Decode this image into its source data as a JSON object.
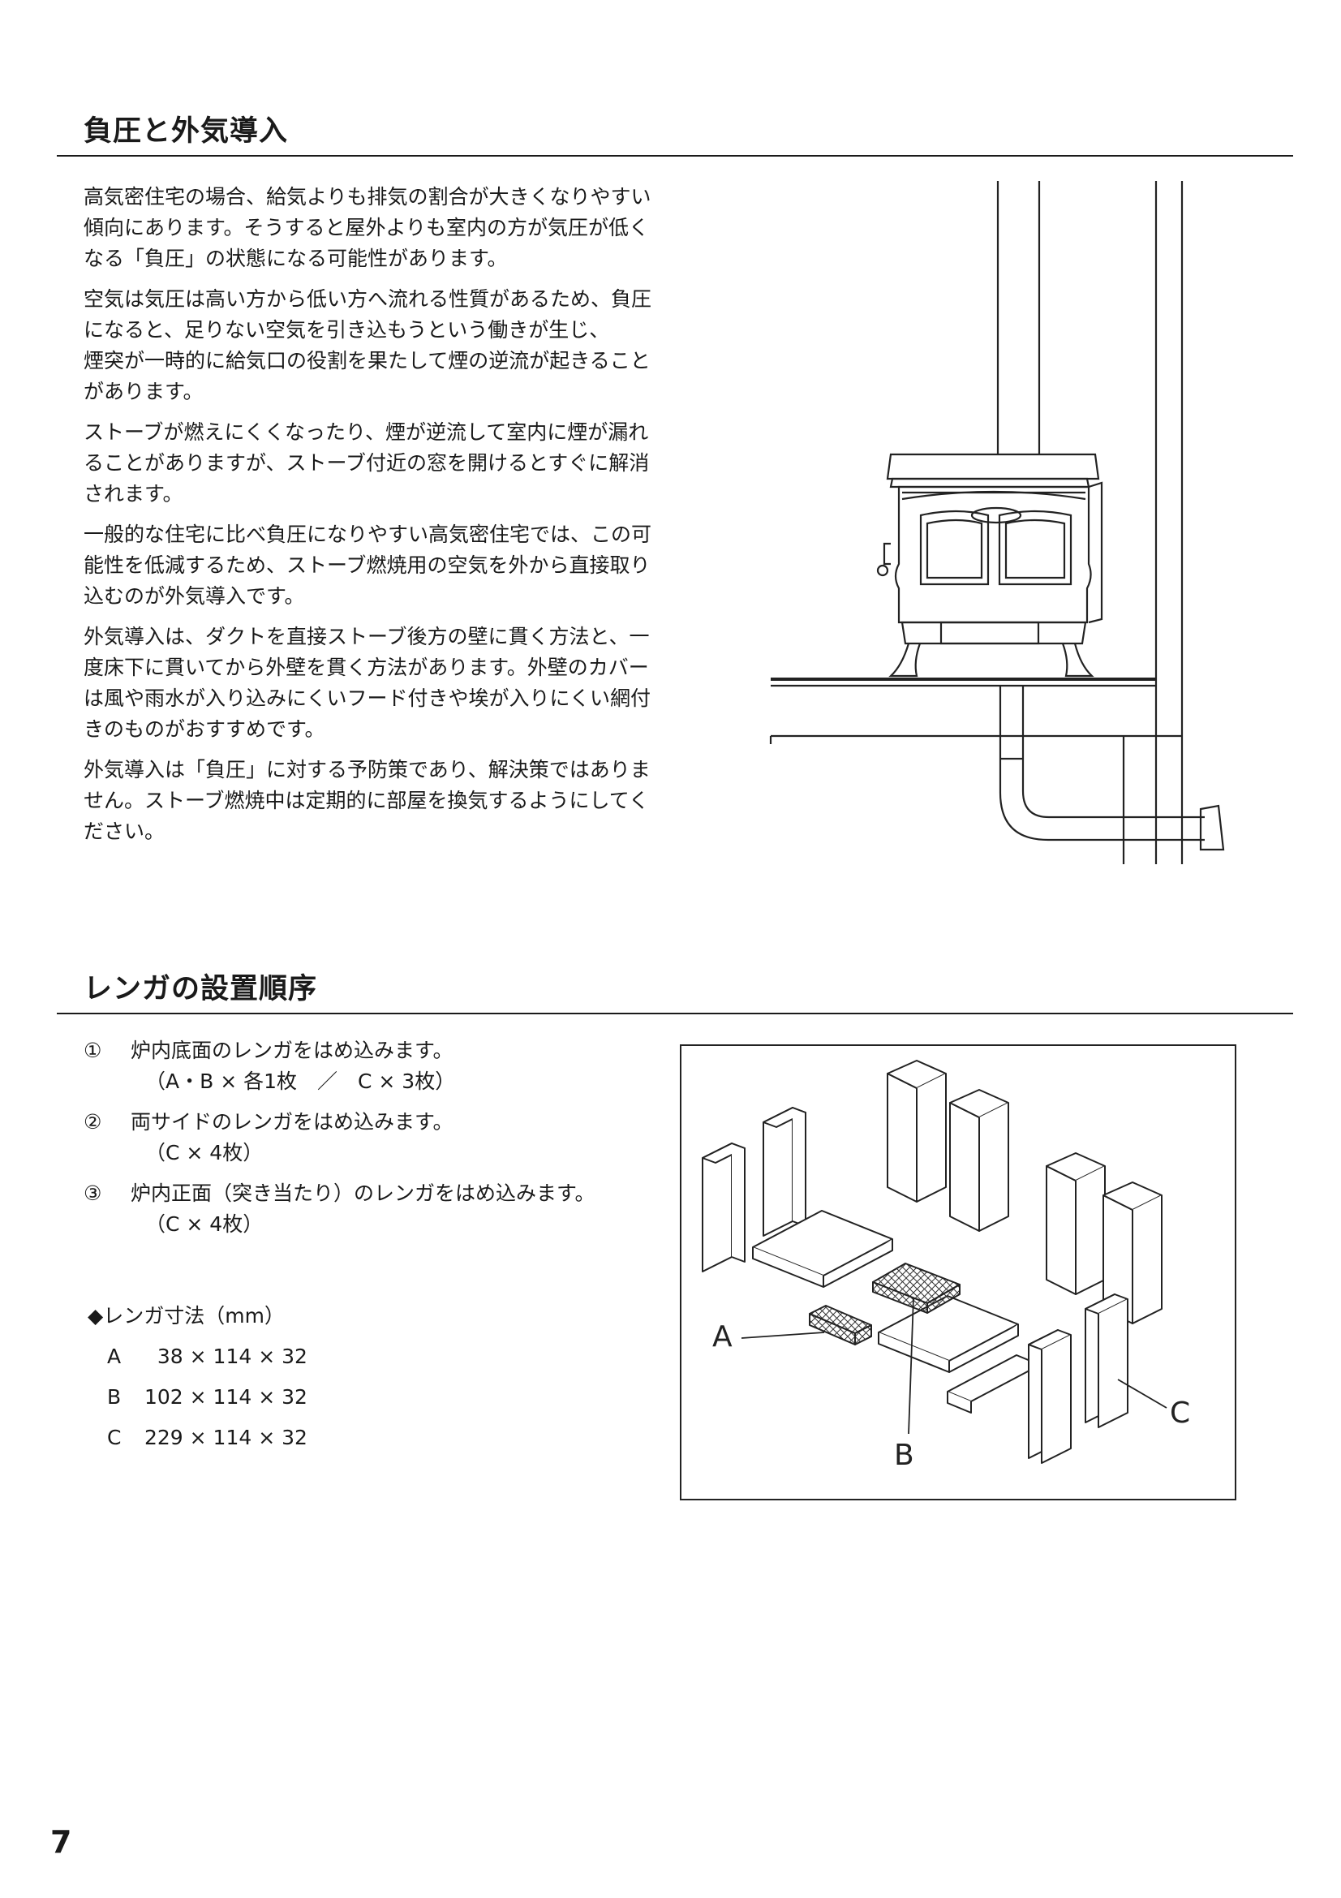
{
  "section1": {
    "title": "負圧と外気導入",
    "paragraphs": [
      [
        "高気密住宅の場合、給気よりも排気の割合が大きくなりやすい",
        "傾向にあります。そうすると屋外よりも室内の方が気圧が低く",
        "なる「負圧」の状態になる可能性があります。"
      ],
      [
        "空気は気圧は高い方から低い方へ流れる性質があるため、負圧",
        "になると、足りない空気を引き込もうという働きが生じ、",
        "煙突が一時的に給気口の役割を果たして煙の逆流が起きること",
        "があります。"
      ],
      [
        "ストーブが燃えにくくなったり、煙が逆流して室内に煙が漏れ",
        "ることがありますが、ストーブ付近の窓を開けるとすぐに解消",
        "されます。"
      ],
      [
        "一般的な住宅に比べ負圧になりやすい高気密住宅では、この可",
        "能性を低減するため、ストーブ燃焼用の空気を外から直接取り",
        "込むのが外気導入です。"
      ],
      [
        "外気導入は、ダクトを直接ストーブ後方の壁に貫く方法と、一",
        "度床下に貫いてから外壁を貫く方法があります。外壁のカバー",
        "は風や雨水が入り込みにくいフード付きや埃が入りにくい網付",
        "きのものがおすすめです。"
      ],
      [
        "外気導入は「負圧」に対する予防策であり、解決策ではありま",
        "せん。ストーブ燃焼中は定期的に部屋を換気するようにしてく",
        "ださい。"
      ]
    ]
  },
  "section2": {
    "title": "レンガの設置順序",
    "steps": [
      {
        "num": "①",
        "lines": [
          "炉内底面のレンガをはめ込みます。",
          "（A・B × 各1枚　／　C × 3枚）"
        ]
      },
      {
        "num": "②",
        "lines": [
          "両サイドのレンガをはめ込みます。",
          "（C × 4枚）"
        ]
      },
      {
        "num": "③",
        "lines": [
          "炉内正面（突き当たり）のレンガをはめ込みます。",
          "（C × 4枚）"
        ]
      }
    ],
    "dims_title": "◆レンガ寸法（mm）",
    "dims": [
      {
        "label": "A",
        "value": "  38 × 114 × 32"
      },
      {
        "label": "B",
        "value": "102 × 114 × 32"
      },
      {
        "label": "C",
        "value": "229 × 114 × 32"
      }
    ],
    "diagram_labels": {
      "a": "A",
      "b": "B",
      "c": "C"
    }
  },
  "page_number": "7"
}
